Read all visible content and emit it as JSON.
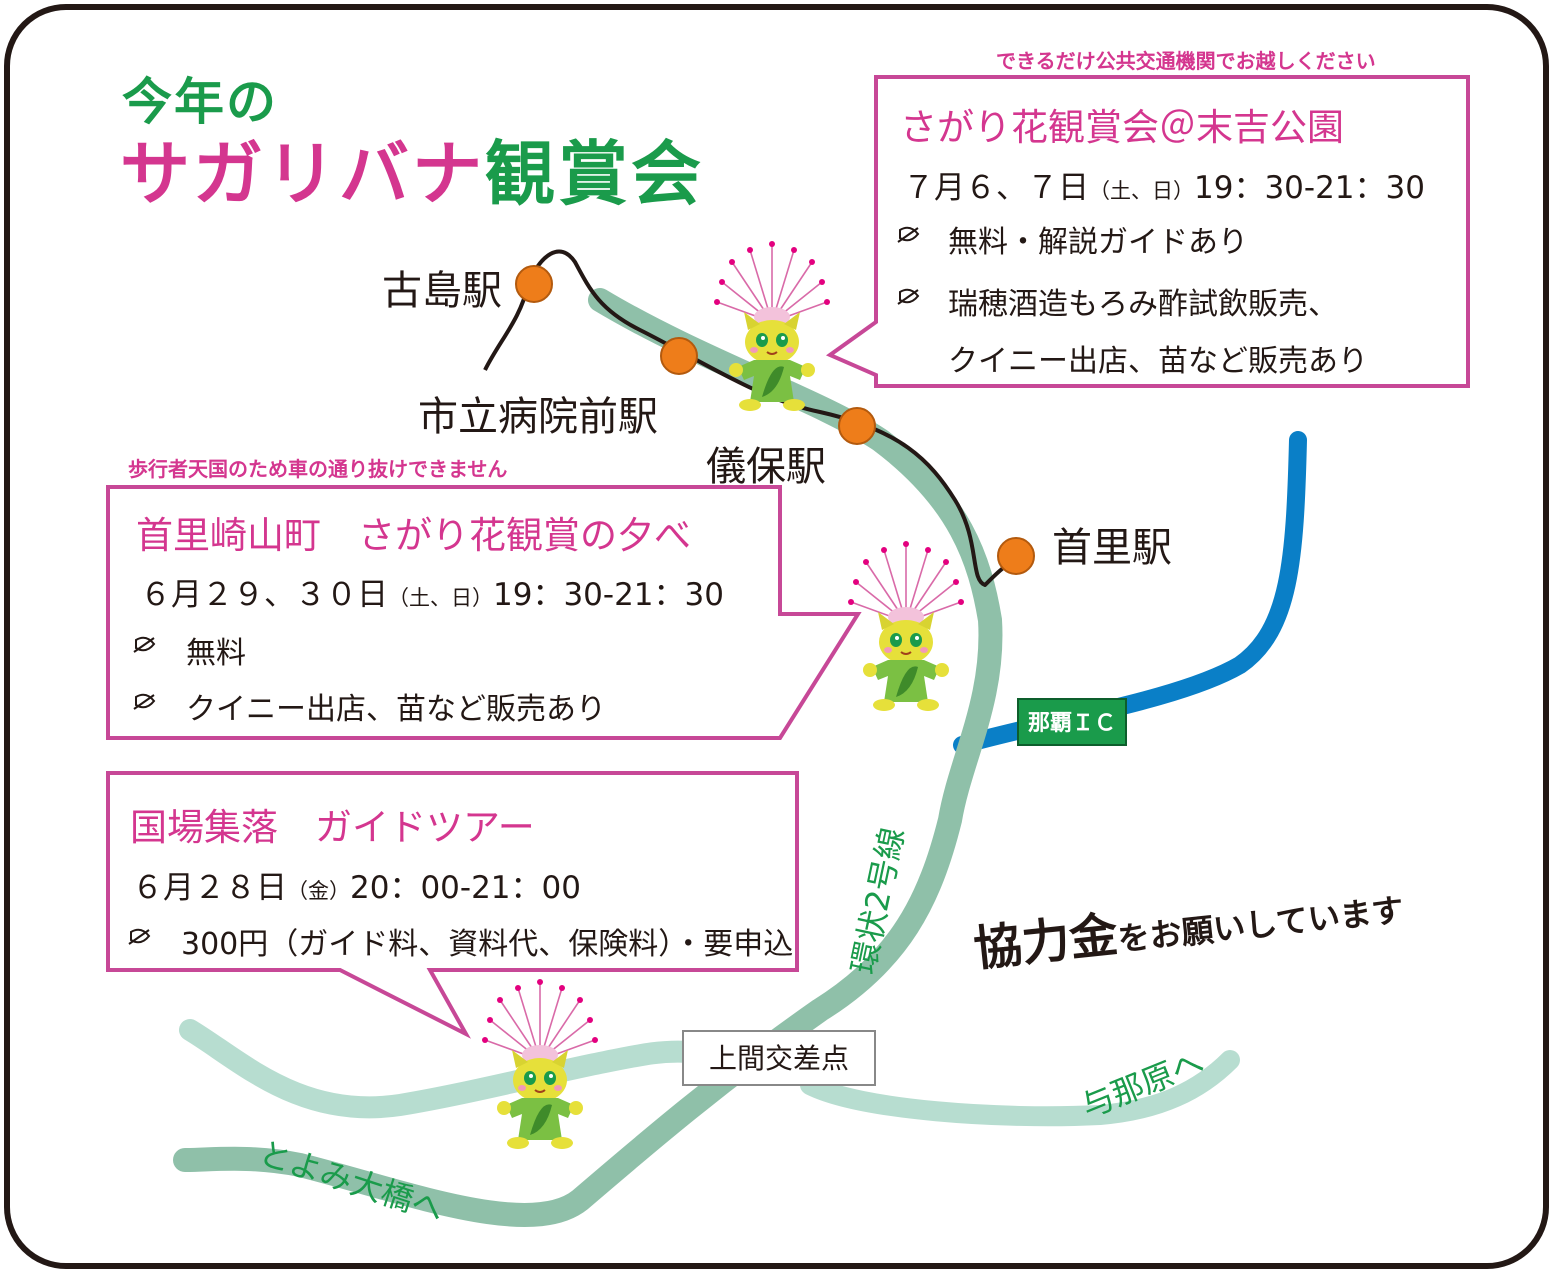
{
  "title": {
    "line1": "今年の",
    "pink_part": "サガリバナ",
    "green_part": "観賞会"
  },
  "stations": {
    "furujima": "古島駅",
    "shiritsu": "市立病院前駅",
    "gibo": "儀保駅",
    "shuri": "首里駅"
  },
  "notes": {
    "transit": "できるだけ公共交通機関でお越しください",
    "pedestrian": "歩行者天国のため車の通り抜けできません"
  },
  "events": [
    {
      "head": "さがり花観賞会＠末吉公園",
      "date": "７月６、７日",
      "days": "（土、日）",
      "time": "19：30-21：30",
      "items": [
        "無料・解説ガイドあり",
        "瑞穂酒造もろみ酢試飲販売、",
        "クイニー出店、苗など販売あり"
      ]
    },
    {
      "head": "首里崎山町　さがり花観賞の夕べ",
      "date": "６月２９、３０日",
      "days": "（土、日）",
      "time": "19：30-21：30",
      "items": [
        "無料",
        "クイニー出店、苗など販売あり"
      ]
    },
    {
      "head": "国場集落　ガイドツアー",
      "date": "６月２８日",
      "days": "（金）",
      "time": "20：00-21：00",
      "items": [
        "300円（ガイド料、資料代、保険料）・要申込"
      ]
    }
  ],
  "roads": {
    "kanjo": "環状2号線",
    "toyomi": "とよみ大橋へ",
    "yonabaru": "与那原へ",
    "ic": "那覇ＩＣ",
    "crossing": "上間交差点"
  },
  "kyoryoku": {
    "big": "協力金",
    "small": "をお願いしています"
  },
  "colors": {
    "pink": "#d4368f",
    "green": "#1a9b4b",
    "road": "#8fc0a9",
    "river": "#0a7fc7",
    "station": "#ee7d1a",
    "monorail": "#231815"
  },
  "icons": {
    "bullet": "leaf-bullet-icon",
    "mascot": "sagaribana-mascot-icon"
  }
}
